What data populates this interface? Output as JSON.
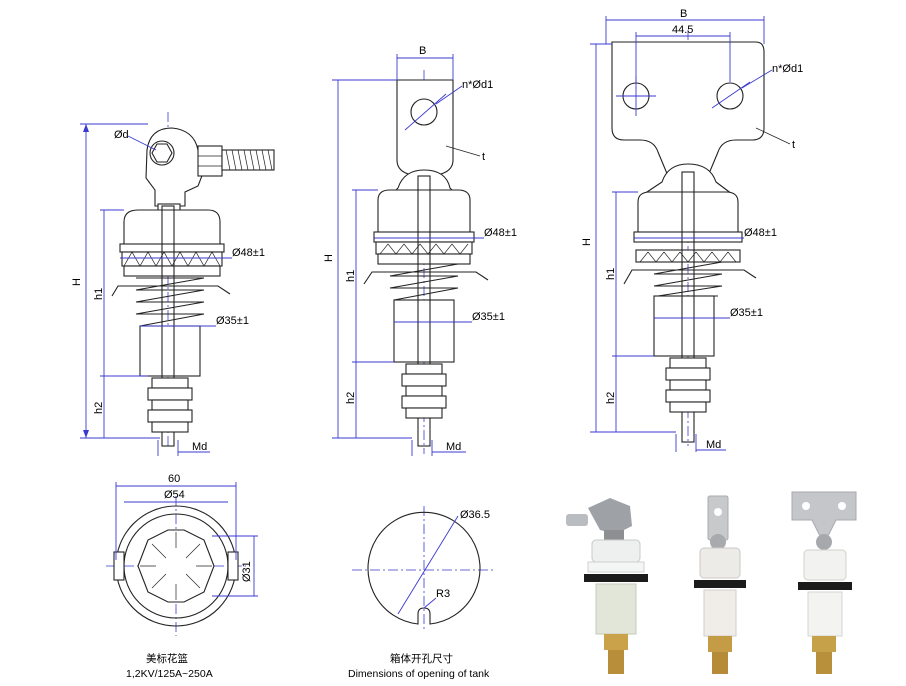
{
  "view1": {
    "label_od": "Ød",
    "label_o48": "Ø48±1",
    "label_o35": "Ø35±1",
    "label_H": "H",
    "label_h1": "h1",
    "label_h2": "h2",
    "label_md": "Md"
  },
  "view2": {
    "label_B": "B",
    "label_nd1": "n*Ød1",
    "label_t": "t",
    "label_o48": "Ø48±1",
    "label_o35": "Ø35±1",
    "label_H": "H",
    "label_h1": "h1",
    "label_h2": "h2",
    "label_md": "Md"
  },
  "view3": {
    "label_B": "B",
    "label_445": "44.5",
    "label_nd1": "n*Ød1",
    "label_t": "t",
    "label_o48": "Ø48±1",
    "label_o35": "Ø35±1",
    "label_H": "H",
    "label_h1": "h1",
    "label_h2": "h2",
    "label_md": "Md"
  },
  "basket": {
    "label_60": "60",
    "label_o54": "Ø54",
    "label_o31": "Ø31",
    "caption_cn": "美标花篮",
    "caption_spec": "1,2KV/125A~250A"
  },
  "tank": {
    "label_o365": "Ø36.5",
    "label_r3": "R3",
    "caption_cn": "箱体开孔尺寸",
    "caption_en": "Dimensions of opening of tank"
  }
}
